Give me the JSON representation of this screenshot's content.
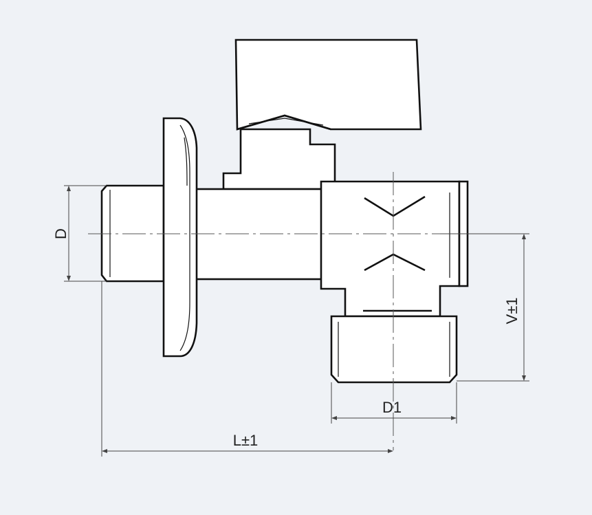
{
  "dimensions": {
    "d": "D",
    "d1": "D1",
    "v": "V±1",
    "l": "L±1"
  },
  "colors": {
    "background": "#eff2f6",
    "line": "#111111",
    "fill": "#ffffff"
  }
}
